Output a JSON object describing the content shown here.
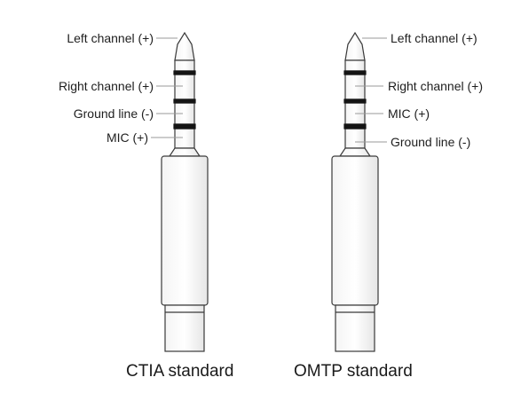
{
  "ctia": {
    "caption": "CTIA standard",
    "labels": [
      "Left channel (+)",
      "Right channel (+)",
      "Ground line (-)",
      "MIC (+)"
    ]
  },
  "omtp": {
    "caption": "OMTP standard",
    "labels": [
      "Left channel (+)",
      "Right channel (+)",
      "MIC (+)",
      "Ground line (-)"
    ]
  }
}
